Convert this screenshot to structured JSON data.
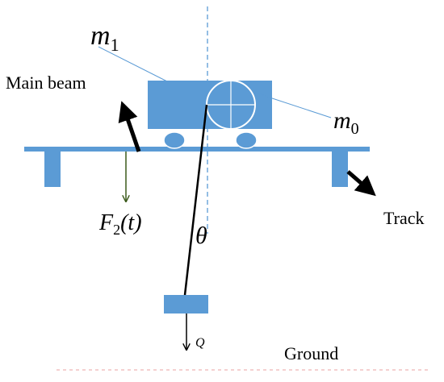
{
  "labels": {
    "m1_base": "m",
    "m1_sub": "1",
    "m0_base": "m",
    "m0_sub": "0",
    "main_beam": "Main beam",
    "force_F": "F",
    "force_sub": "2",
    "force_arg": "(t)",
    "theta": "θ",
    "track": "Track",
    "load": "Q",
    "ground": "Ground"
  },
  "colors": {
    "component": "#5b9bd5",
    "thin_line": "#5b9bd5",
    "force_arrow": "#3b5a1a",
    "rope": "#000000",
    "pointer_arrow": "#000000",
    "ground_line": "#e8a0a0"
  }
}
